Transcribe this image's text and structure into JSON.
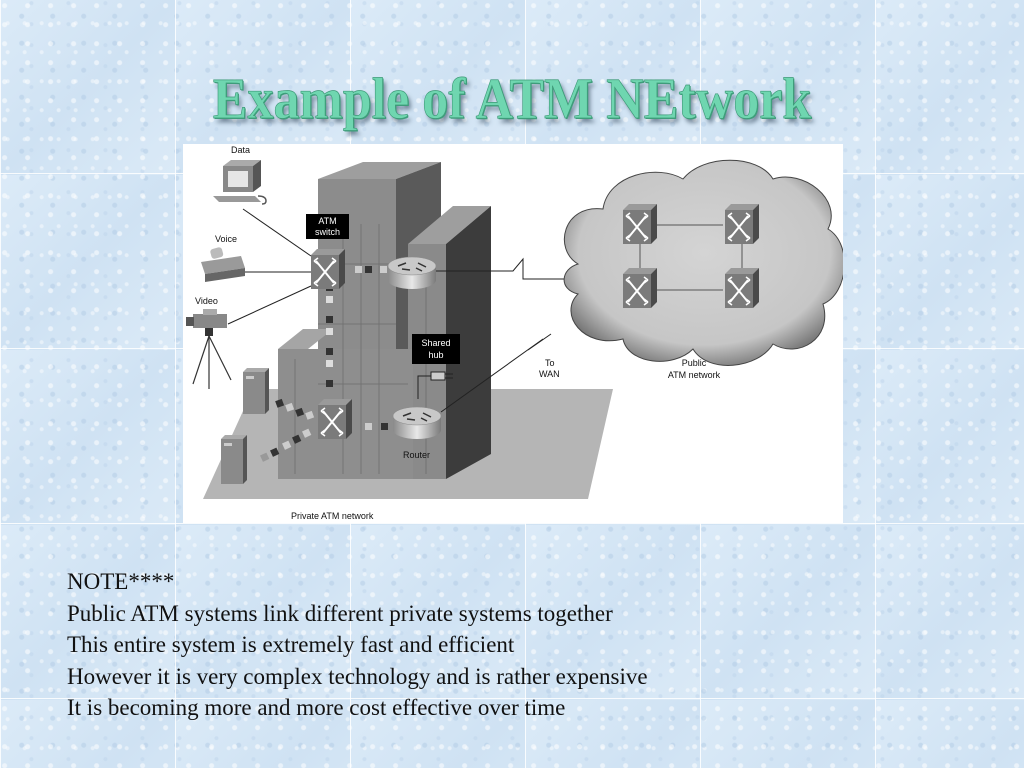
{
  "slide": {
    "title": "Example of ATM NEtwork",
    "background_color": "#d4e6f5",
    "title_color": "#6fd6b0"
  },
  "diagram": {
    "labels": {
      "data": "Data",
      "voice": "Voice",
      "video": "Video",
      "atm_switch_line1": "ATM",
      "atm_switch_line2": "switch",
      "shared_hub_line1": "Shared",
      "shared_hub_line2": "hub",
      "router": "Router",
      "to_wan_line1": "To",
      "to_wan_line2": "WAN",
      "public_atm_line1": "Public",
      "public_atm_line2": "ATM network",
      "private_atm": "Private ATM network"
    },
    "nodes": [
      {
        "id": "data-terminal",
        "type": "computer",
        "icon": "computer-icon"
      },
      {
        "id": "voice-phone",
        "type": "telephone",
        "icon": "telephone-icon"
      },
      {
        "id": "video-camera",
        "type": "camera",
        "icon": "video-camera-icon"
      },
      {
        "id": "atm-switch-upper",
        "type": "atm-switch",
        "icon": "atm-switch-icon"
      },
      {
        "id": "atm-switch-lower",
        "type": "atm-switch",
        "icon": "atm-switch-icon"
      },
      {
        "id": "router-upper",
        "type": "router",
        "icon": "router-icon"
      },
      {
        "id": "router-lower",
        "type": "router",
        "icon": "router-icon"
      },
      {
        "id": "shared-hub",
        "type": "hub",
        "icon": "hub-icon"
      },
      {
        "id": "server-1",
        "type": "server",
        "icon": "server-icon"
      },
      {
        "id": "server-2",
        "type": "server",
        "icon": "server-icon"
      },
      {
        "id": "public-switch-1",
        "type": "atm-switch",
        "icon": "atm-switch-icon"
      },
      {
        "id": "public-switch-2",
        "type": "atm-switch",
        "icon": "atm-switch-icon"
      },
      {
        "id": "public-switch-3",
        "type": "atm-switch",
        "icon": "atm-switch-icon"
      },
      {
        "id": "public-switch-4",
        "type": "atm-switch",
        "icon": "atm-switch-icon"
      }
    ]
  },
  "notes": {
    "heading": "NOTE****",
    "lines": [
      "Public ATM systems link different private systems together",
      "This entire system is extremely fast and efficient",
      "However it is very complex technology and is rather expensive",
      "It is becoming more and more cost effective over time"
    ]
  }
}
